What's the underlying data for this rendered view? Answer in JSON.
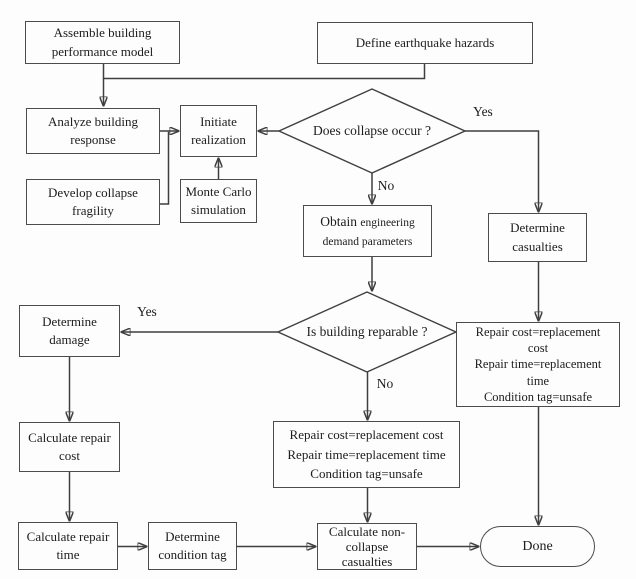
{
  "figure": {
    "type": "flowchart",
    "background_color": "#fdfdfd",
    "line_color": "#3f3f3f",
    "box_border_color": "#4c4c4c",
    "text_color": "#1c1c1c"
  },
  "nodes": {
    "assemble_building": {
      "label": "Assemble building\nperformance model"
    },
    "define_hazards": {
      "label": "Define earthquake hazards"
    },
    "analyze_response": {
      "label": "Analyze building\nresponse"
    },
    "initiate_realization": {
      "label": "Initiate\nrealization"
    },
    "develop_fragility": {
      "label": "Develop collapse\nfragility"
    },
    "monte_carlo": {
      "label": "Monte Carlo\nsimulation"
    },
    "collapse_decision": {
      "label": "Does collapse occur ?"
    },
    "obtain_edp": {
      "label_big": "Obtain ",
      "label_small": "engineering\ndemand parameters"
    },
    "determine_casualties": {
      "label": "Determine\ncasualties"
    },
    "repair_right": {
      "label": "Repair cost=replacement\ncost\nRepair time=replacement\ntime\nCondition tag=unsafe"
    },
    "reparable_decision": {
      "label": "Is building reparable ?"
    },
    "determine_damage": {
      "label": "Determine\ndamage"
    },
    "calc_repair_cost": {
      "label": "Calculate repair\ncost"
    },
    "calc_repair_time": {
      "label": "Calculate repair\ntime"
    },
    "determine_condition_tag": {
      "label": "Determine\ncondition tag"
    },
    "repair_center": {
      "label": "Repair cost=replacement cost\nRepair time=replacement time\nCondition tag=unsafe"
    },
    "calc_noncollapse_casualties": {
      "label": "Calculate non-\ncollapse\ncasualties"
    },
    "done": {
      "label": "Done"
    }
  },
  "edge_labels": {
    "collapse_yes": "Yes",
    "collapse_no": "No",
    "reparable_yes": "Yes",
    "reparable_no": "No"
  }
}
